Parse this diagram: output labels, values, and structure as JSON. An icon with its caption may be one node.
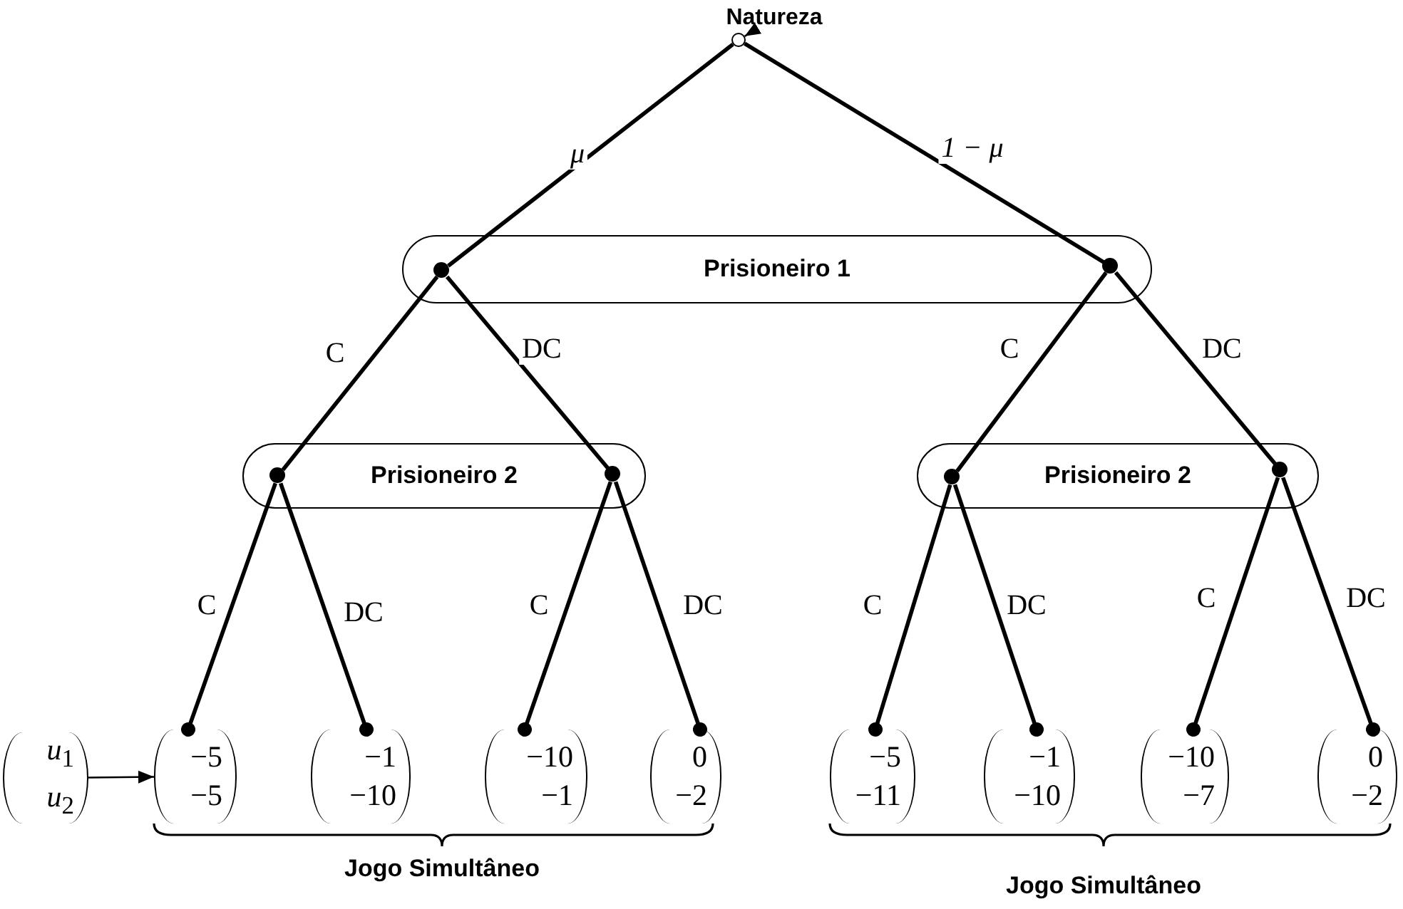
{
  "diagram": {
    "nodes": [
      {
        "text": [
          "Natureza"
        ]
      },
      {
        "text": [],
        "shape": "circle"
      },
      {
        "text": [
          "Prisioneiro 1"
        ]
      },
      {
        "text": [],
        "shape": "circle",
        "in": 2
      },
      {
        "text": [],
        "shape": "circle",
        "in": 2
      },
      {
        "text": [
          "Prisioneiro 2"
        ]
      },
      {
        "text": [],
        "shape": "circle",
        "in": 5
      },
      {
        "text": [],
        "shape": "circle",
        "in": 5
      },
      {
        "text": [
          "Prisioneiro 2"
        ]
      },
      {
        "text": [],
        "shape": "circle",
        "in": 8
      },
      {
        "text": [],
        "shape": "circle",
        "in": 8
      },
      {
        "text": [
          "*u*$_{1}$",
          "*u*$_{2}$"
        ]
      },
      {
        "text": [
          "−5",
          "−5"
        ]
      },
      {
        "text": [
          "−1",
          "−10"
        ]
      },
      {
        "text": [
          "−10",
          "−1"
        ]
      },
      {
        "text": [
          "0",
          "−2"
        ]
      },
      {
        "text": [
          "−5",
          "−11"
        ]
      },
      {
        "text": [
          "−1",
          "−10"
        ]
      },
      {
        "text": [
          "−10",
          "−7"
        ]
      },
      {
        "text": [
          "0",
          "−2"
        ]
      }
    ],
    "edges": [
      {
        "from": 0,
        "to": 1,
        "arrow": "to"
      },
      {
        "from": 1,
        "to": 3,
        "arrow": "none",
        "label": "μ"
      },
      {
        "from": 1,
        "to": 4,
        "arrow": "none",
        "label": "1 − μ"
      },
      {
        "from": 3,
        "to": 6,
        "arrow": "none",
        "label": "C"
      },
      {
        "from": 3,
        "to": 7,
        "arrow": "none",
        "label": "DC"
      },
      {
        "from": 4,
        "to": 9,
        "arrow": "none",
        "label": "C"
      },
      {
        "from": 4,
        "to": 10,
        "arrow": "none",
        "label": "DC"
      },
      {
        "from": 6,
        "to": 12,
        "arrow": "other",
        "label": "C"
      },
      {
        "from": 6,
        "to": 13,
        "arrow": "other",
        "label": "DC"
      },
      {
        "from": 7,
        "to": 14,
        "arrow": "other",
        "label": "C"
      },
      {
        "from": 7,
        "to": 15,
        "arrow": "other",
        "label": "DC"
      },
      {
        "from": 9,
        "to": 16,
        "arrow": "other",
        "label": "C"
      },
      {
        "from": 9,
        "to": 17,
        "arrow": "other",
        "label": "DC"
      },
      {
        "from": 10,
        "to": 18,
        "arrow": "other",
        "label": "C"
      },
      {
        "from": 10,
        "to": 19,
        "arrow": "other",
        "label": "DC"
      },
      {
        "from": 11,
        "to": 12,
        "arrow": "to"
      }
    ],
    "labels": [
      "Jogo Simultâneo",
      "Jogo Simultâneo"
    ]
  }
}
